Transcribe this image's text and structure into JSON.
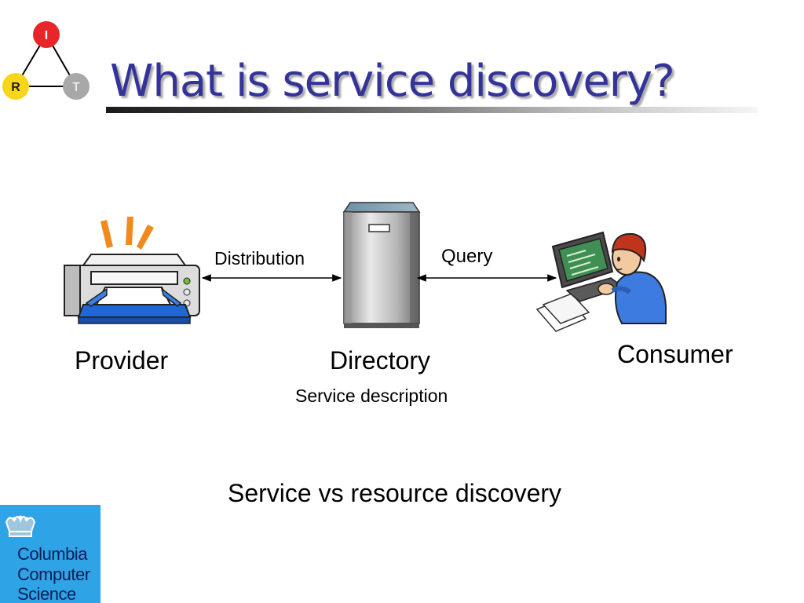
{
  "slide": {
    "title": "What is service discovery?"
  },
  "irt_logo": {
    "nodes": [
      "I",
      "R",
      "T"
    ],
    "colors": {
      "i": "#e8262a",
      "r": "#f6d51a",
      "t": "#a8a8a8"
    }
  },
  "diagram": {
    "provider": "Provider",
    "directory": "Directory",
    "consumer": "Consumer",
    "distribution": "Distribution",
    "query": "Query",
    "service_description": "Service description"
  },
  "footer": {
    "text": "Service vs resource discovery"
  },
  "columbia_logo": {
    "lines": [
      "Columbia",
      "Computer",
      "Science"
    ],
    "background": "#2ea3e6"
  },
  "colors": {
    "title": "#333399"
  }
}
